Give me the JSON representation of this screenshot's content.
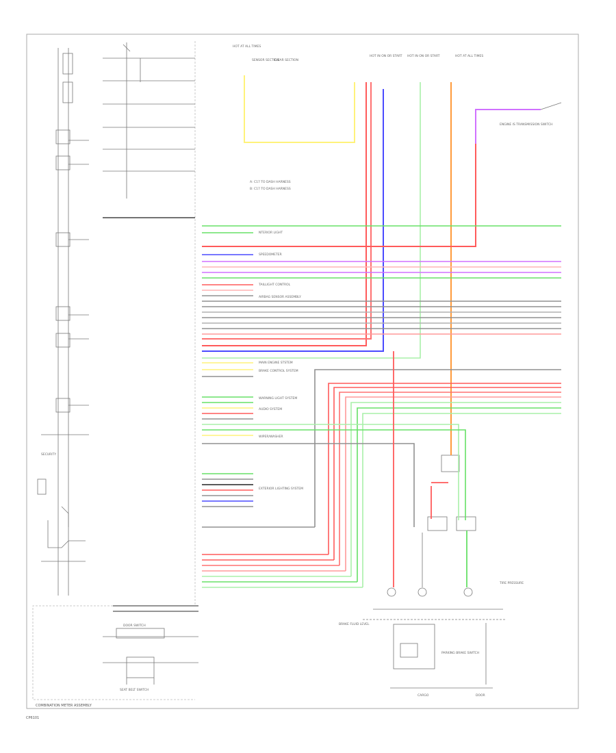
{
  "diagram": {
    "frame_caption": "COMBINATION METER ASSEMBLY",
    "page_code": "CP6101",
    "connector_legend": [
      "A: C17 TO DASH HARNESS",
      "B: C17 TO DASH HARNESS"
    ],
    "labels": [
      "HOT AT ALL TIMES",
      "SENSOR SECTION",
      "CLEAR SECTION",
      "HOT IN ON OR START",
      "HOT IN ON OR START",
      "HOT AT ALL TIMES",
      "ENGINE IS TRANSMISSION SWITCH",
      "NTERIOR LIGHT",
      "SPEEDOMETER",
      "TAILLIGHT CONTROL",
      "AIRBAG SENSOR ASSEMBLY",
      "MAIN ENGINE STSTEM",
      "BRAKE CONTROL SYSTEM",
      "WARNING LIGHT SYSTEM",
      "AUDIO SYSTEM",
      "EXTERIOR LIGHTING SYSTEM",
      "WIPER/WASHER",
      "TIRE PRESSURE",
      "BRAKE FLUID LEVEL",
      "PARKING BRAKE SWITCH",
      "DOOR SWITCH",
      "SEAT BELT SWITCH",
      "SECURITY",
      "CARGO",
      "DOOR"
    ],
    "colors": {
      "red": "#ff5a5a",
      "pink": "#ffb4b4",
      "green": "#66e066",
      "light_green": "#a8f0a8",
      "blue": "#4a4aff",
      "violet": "#d070ff",
      "orange": "#ff9a3a",
      "yellow": "#fff27a",
      "gray": "#909090",
      "black": "#222222",
      "frame": "#aaaaaa"
    }
  }
}
